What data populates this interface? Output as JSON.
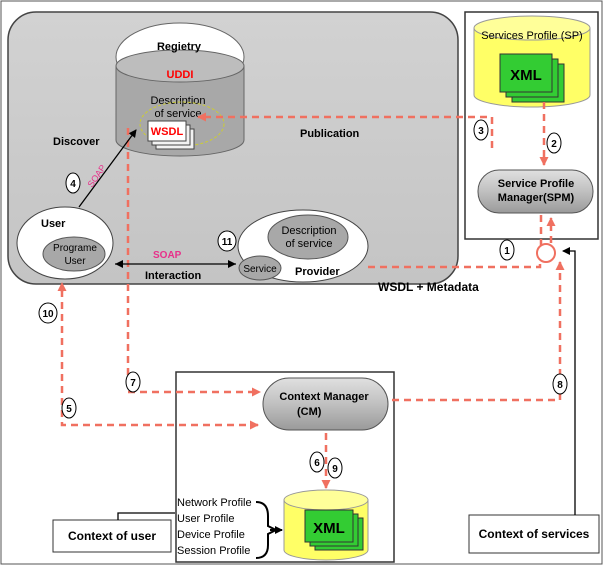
{
  "registry": {
    "title": "Regietry",
    "uddi": "UDDI",
    "desc_line1": "Description",
    "desc_line2": "of service",
    "wsdl": "WSDL"
  },
  "sp": {
    "title": "Services Profile (SP)",
    "xml": "XML"
  },
  "spm": {
    "line1": "Service Profile",
    "line2": "Manager(SPM)"
  },
  "user": {
    "title": "User",
    "prog_line1": "Programe",
    "prog_line2": "User"
  },
  "provider": {
    "title": "Provider",
    "desc_line1": "Description",
    "desc_line2": "of service",
    "service": "Service"
  },
  "cm": {
    "line1": "Context Manager",
    "line2": "(CM)"
  },
  "profiles": [
    "Network Profile",
    "User Profile",
    "Device Profile",
    "Session Profile"
  ],
  "context_xml": "XML",
  "labels": {
    "discover": "Discover",
    "soap_diag": "SOAP",
    "publication": "Publication",
    "soap": "SOAP",
    "interaction": "Interaction",
    "wsdl_metadata": "WSDL + Metadata",
    "context_user": "Context of user",
    "context_services": "Context of services"
  },
  "steps": {
    "s1": "1",
    "s2": "2",
    "s3": "3",
    "s4": "4",
    "s5": "5",
    "s6": "6",
    "s7": "7",
    "s8": "8",
    "s9": "9",
    "s10": "10",
    "s11": "11"
  },
  "colors": {
    "panel": "#cccccc",
    "cylinder_gray": "#a8a8a8",
    "cylinder_yellow": "#ffff66",
    "xml_green": "#33cc33",
    "flow_red": "#f07060",
    "highlight_pink": "#e8308a"
  }
}
